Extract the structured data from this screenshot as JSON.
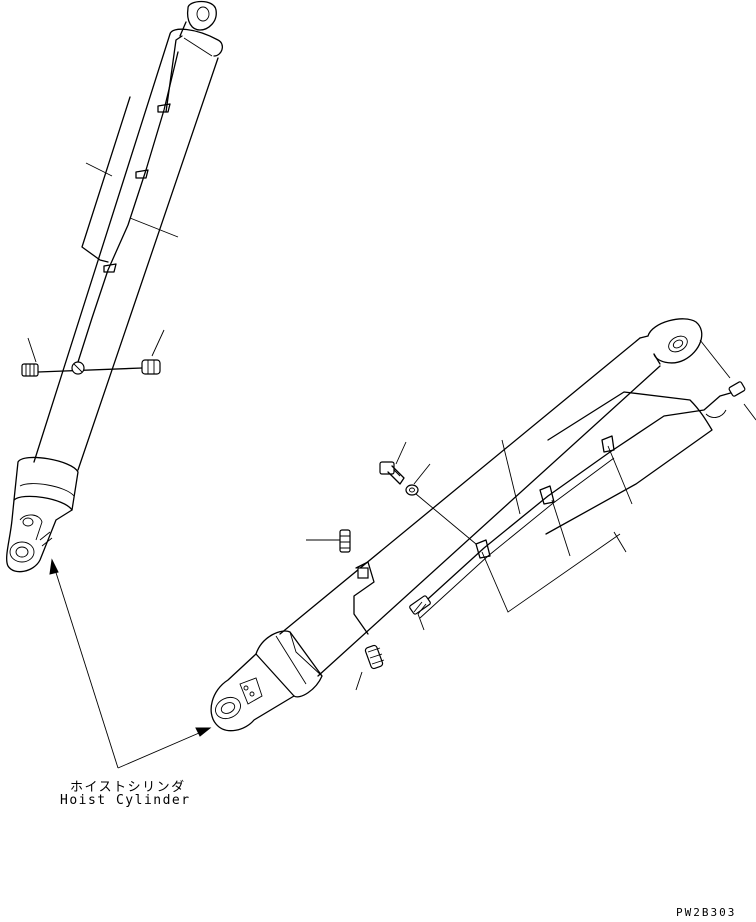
{
  "labels": {
    "part_name_jp": "ホイストシリンダ",
    "part_name_en": "Hoist Cylinder",
    "drawing_code": "PW2B303"
  },
  "colors": {
    "line": "#000000",
    "background": "#ffffff"
  }
}
